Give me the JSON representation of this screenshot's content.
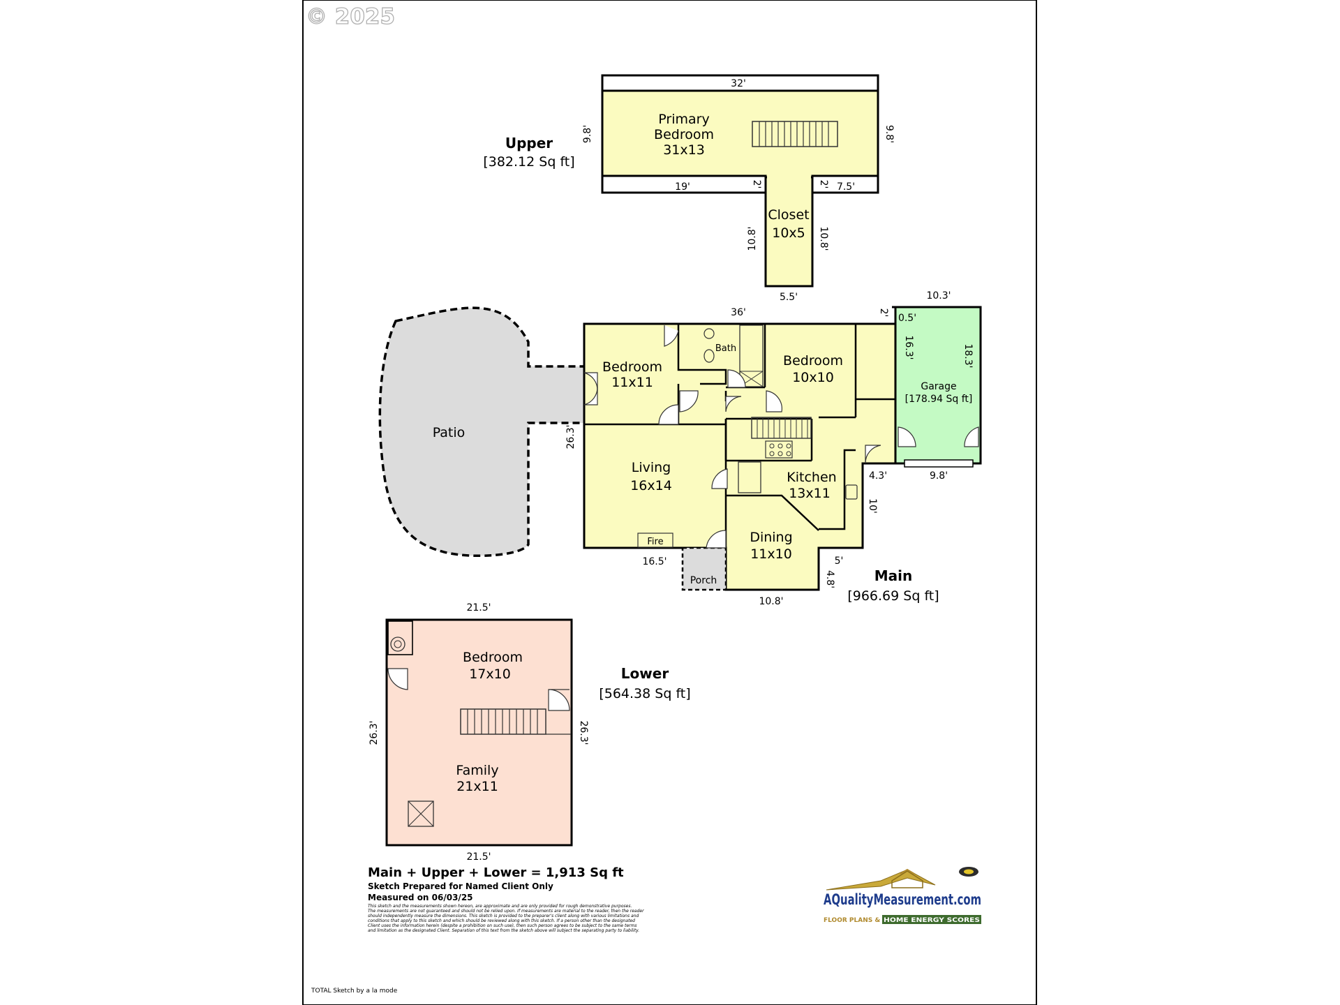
{
  "watermark": "© 2025",
  "levels": {
    "upper": {
      "name": "Upper",
      "area": "[382.12 Sq ft]"
    },
    "main": {
      "name": "Main",
      "area": "[966.69 Sq ft]"
    },
    "lower": {
      "name": "Lower",
      "area": "[564.38 Sq ft]"
    }
  },
  "rooms": {
    "primary_line1": "Primary",
    "primary_line2": "Bedroom",
    "primary_size": "31x13",
    "closet_name": "Closet",
    "closet_size": "10x5",
    "bedroom_w_name": "Bedroom",
    "bedroom_w_size": "11x11",
    "bath_name": "Bath",
    "bedroom_e_name": "Bedroom",
    "bedroom_e_size": "10x10",
    "garage_name": "Garage",
    "garage_area": "[178.94 Sq ft]",
    "patio_name": "Patio",
    "living_name": "Living",
    "living_size": "16x14",
    "kitchen_name": "Kitchen",
    "kitchen_size": "13x11",
    "dining_name": "Dining",
    "dining_size": "11x10",
    "fire_label": "Fire",
    "porch_label": "Porch",
    "lower_bed_name": "Bedroom",
    "lower_bed_size": "17x10",
    "family_name": "Family",
    "family_size": "21x11"
  },
  "dimensions": {
    "upper_top": "32'",
    "upper_left": "9.8'",
    "upper_right": "9.8'",
    "upper_bottom_left": "19'",
    "upper_bottom_2a": "2'",
    "upper_bottom_2b": "2'",
    "upper_bottom_right": "7.5'",
    "closet_left": "10.8'",
    "closet_right": "10.8'",
    "closet_bottom": "5.5'",
    "main_top": "36'",
    "main_top_2": "2'",
    "garage_top": "10.3'",
    "garage_05": "0.5'",
    "garage_inner": "16.3'",
    "garage_right": "18.3'",
    "garage_bottom": "9.8'",
    "main_left": "26.3'",
    "main_43": "4.3'",
    "main_10": "10'",
    "main_5": "5'",
    "main_48": "4.8'",
    "main_bottom_left": "16.5'",
    "main_bottom_dining": "10.8'",
    "lower_top": "21.5'",
    "lower_bottom": "21.5'",
    "lower_left": "26.3'",
    "lower_right": "26.3'"
  },
  "summary": {
    "total": "Main + Upper + Lower = 1,913 Sq ft",
    "prepared": "Sketch Prepared for Named Client Only",
    "measured": "Measured on 06/03/25",
    "disclaimer": [
      "This sketch and the measurements shown hereon, are approximate and are only provided for rough demonstrative purposes.",
      "The measurements are not guaranteed and should not be relied upon. If measurements are material to the reader, then the reader",
      "should independently measure the dimensions. This sketch is provided to the preparer's client along with various limitations and",
      "conditions that apply to this sketch and which should be reviewed along with this sketch. If a person other than the designated",
      "Client uses the information herein (despite a prohibition on such use), then such person agrees to be subject to the same terms",
      "and limitation as the designated Client. Separation of this text from the sketch above will subject the separating party to liability."
    ]
  },
  "logo": {
    "company": "AQualityMeasurement.com",
    "tagline_a": "FLOOR PLANS &",
    "tagline_b": "HOME ENERGY SCORES"
  },
  "footer": "TOTAL Sketch by a la mode",
  "colors": {
    "room_yellow": "#fbfbc0",
    "garage_green": "#c4fac4",
    "lower_pink": "#fde0d2",
    "patio_gray": "#dcdcdc",
    "wall": "#000000"
  }
}
